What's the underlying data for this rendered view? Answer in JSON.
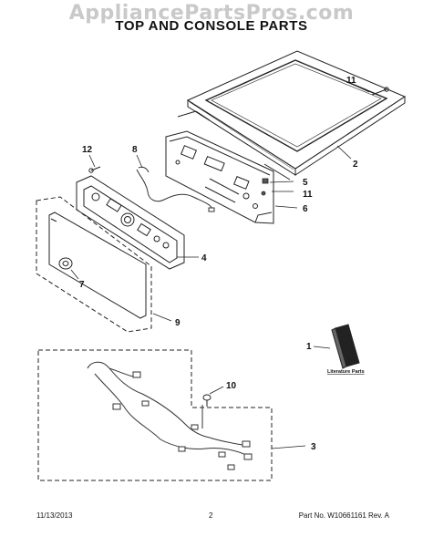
{
  "watermark": "AppliancePartsPros.com",
  "title": "TOP AND CONSOLE PARTS",
  "callouts": {
    "c1": "1",
    "c2": "2",
    "c3": "3",
    "c4": "4",
    "c5": "5",
    "c6": "6",
    "c7": "7",
    "c8": "8",
    "c9": "9",
    "c10": "10",
    "c11a": "11",
    "c11b": "11",
    "c12": "12"
  },
  "literature_label": "Literature Parts",
  "footer": {
    "date": "11/13/2013",
    "page": "2",
    "part": "Part No. W10661161  Rev. A"
  }
}
